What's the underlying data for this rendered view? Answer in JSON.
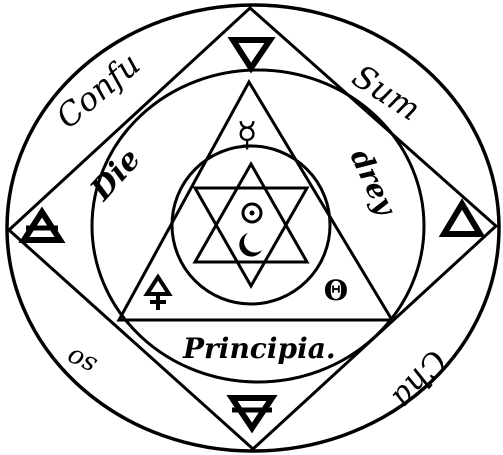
{
  "inscriptions": {
    "outer_ring": {
      "top_left": "Confu",
      "top_right": "Sum",
      "bottom_left": "so",
      "bottom_right": "Cha"
    },
    "inner_ring": {
      "left": "Die",
      "right": "drey",
      "bottom": "Principia."
    }
  },
  "symbols": {
    "water": "water-triangle-icon",
    "earth": "earth-triangle-icon",
    "air": "air-triangle-icon",
    "fire": "fire-triangle-icon",
    "mercury": "☿",
    "sun": "☉",
    "moon": "☾",
    "salt": "Θ",
    "sulphur": "sulphur-icon"
  },
  "colors": {
    "ink": "#000000",
    "paper": "#ffffff"
  }
}
